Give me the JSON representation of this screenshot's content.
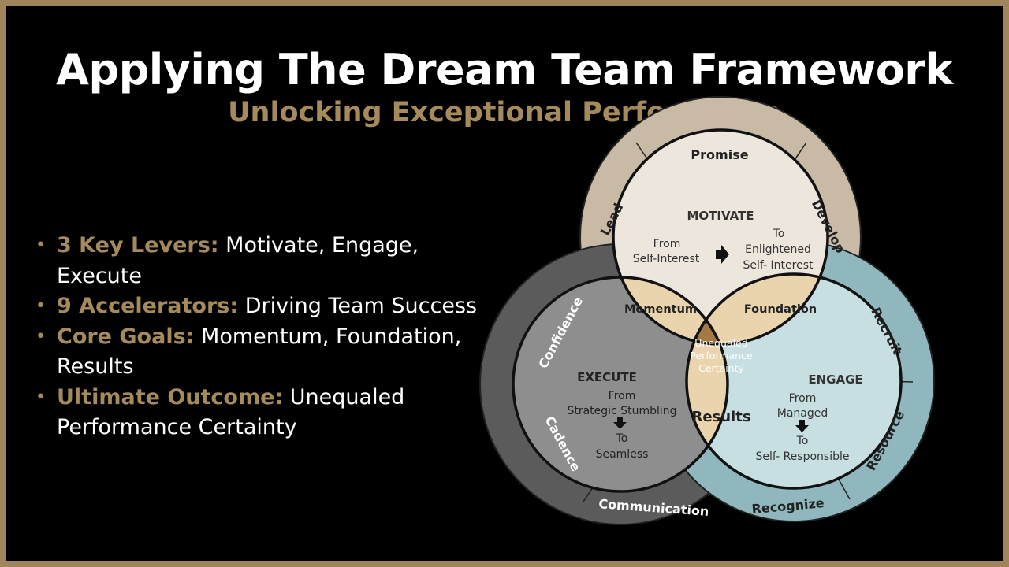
{
  "title": "Applying The Dream Team Framework",
  "subtitle": "Unlocking Exceptional Performance",
  "bullets": [
    {
      "key": "3 Key Levers:",
      "text": " Motivate, Engage, Execute"
    },
    {
      "key": "9 Accelerators:",
      "text": " Driving Team Success"
    },
    {
      "key": "Core Goals:",
      "text": " Momentum, Foundation, Results"
    },
    {
      "key": "Ultimate Outcome:",
      "text": " Unequaled Performance Certainty"
    }
  ],
  "diagram": {
    "accelerators": {
      "promise": "Promise",
      "lead": "Lead",
      "develop": "Develop",
      "confidence": "Confidence",
      "cadence": "Cadence",
      "communication": "Communication",
      "recruit": "Recruit",
      "resource": "Resource",
      "recognize": "Recognize"
    },
    "motivate": {
      "title": "MOTIVATE",
      "from1": "From",
      "from2": "Self-Interest",
      "to1": "To",
      "to2": "Enlightened",
      "to3": "Self- Interest"
    },
    "execute": {
      "title": "EXECUTE",
      "from1": "From",
      "from2": "Strategic Stumbling",
      "to1": "To",
      "to2": "Seamless"
    },
    "engage": {
      "title": "ENGAGE",
      "from1": "From",
      "from2": "Managed",
      "to1": "To",
      "to2": "Self- Responsible"
    },
    "goals": {
      "momentum": "Momentum",
      "foundation": "Foundation",
      "results": "Results"
    },
    "center": [
      "Unequaled",
      "Performance",
      "Certainty"
    ]
  },
  "colors": {
    "gold": "#a58a5b",
    "motivate_band": "#c8baa4",
    "motivate_circle": "#ede6dc",
    "execute_band": "#5b5b5b",
    "execute_circle": "#8e8e8e",
    "engage_band": "#8fb7bd",
    "engage_circle": "#c7dfe1",
    "pair": "#e9d4ae",
    "center": "#a47a44"
  }
}
